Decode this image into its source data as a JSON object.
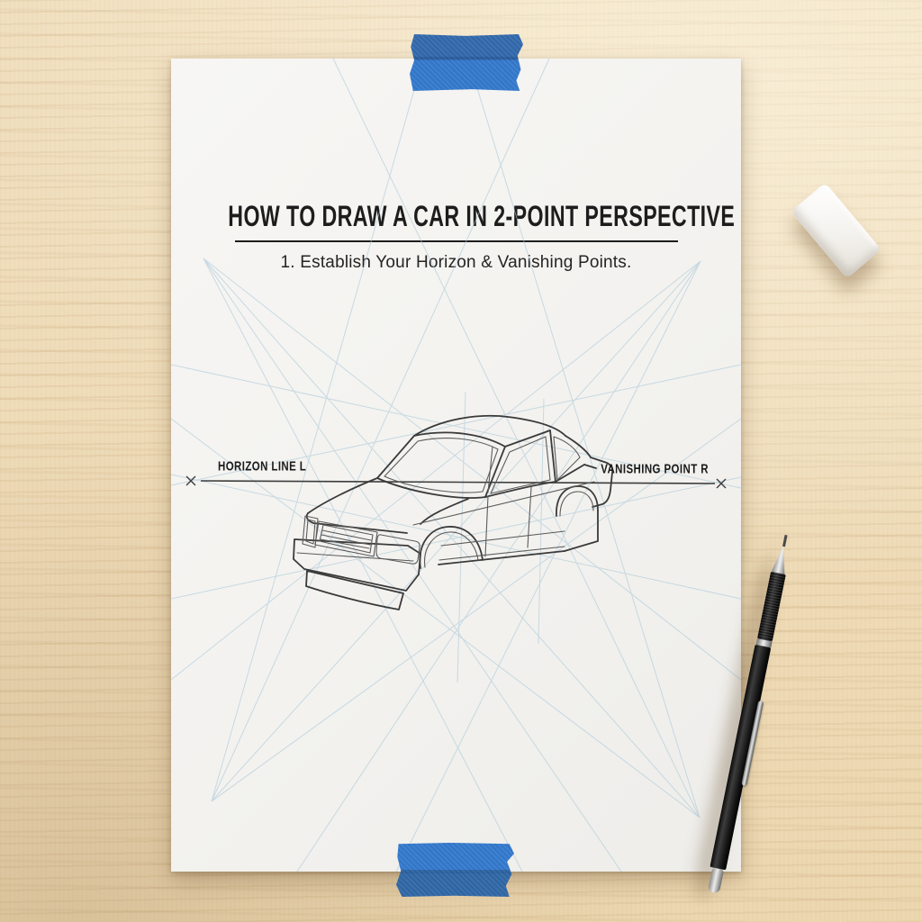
{
  "poster": {
    "title": "HOW TO DRAW A CAR IN 2-POINT PERSPECTIVE",
    "step_caption": "1. Establish Your Horizon & Vanishing Points.",
    "horizon_label": "HORIZON LINE L",
    "vanishing_label": "VANISHING POINT R"
  },
  "scene": {
    "objects": [
      "paper-sheet",
      "blue-tape-top",
      "blue-tape-bottom",
      "eraser",
      "mechanical-pencil",
      "car-wireframe-sketch"
    ],
    "colors": {
      "wood_desk": "#eedcb8",
      "paper": "#f5f4f1",
      "tape_blue": "#2f74c6",
      "construction_line_blue": "#a9c8d8",
      "sketch_ink": "#3a3a3a",
      "title_ink": "#1d1d1d"
    }
  }
}
